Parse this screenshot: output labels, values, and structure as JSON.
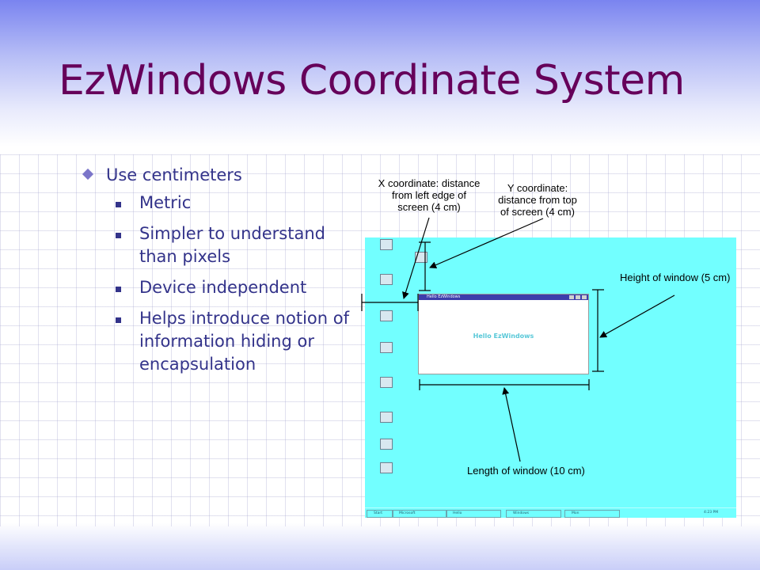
{
  "slide": {
    "title": "EzWindows Coordinate System",
    "bullets": {
      "main": "Use centimeters",
      "sub": [
        "Metric",
        "Simpler to understand than pixels",
        "Device independent",
        "Helps introduce notion of information hiding or encapsulation"
      ]
    }
  },
  "figure": {
    "annotations": {
      "x_coord": "X coordinate: distance from left edge of screen (4 cm)",
      "y_coord": "Y coordinate: distance from top of screen (4 cm)",
      "height": "Height of window (5 cm)",
      "length": "Length of window (10 cm)"
    },
    "window": {
      "title": "Hello EzWindows",
      "content": "Hello EzWindows"
    },
    "taskbar": {
      "start": "Start",
      "items": [
        "Microsoft",
        "Hello",
        "Windows",
        "Mon"
      ],
      "clock": "4:23 PM"
    }
  },
  "colors": {
    "title": "#66005a",
    "bullet_text": "#33338a",
    "screen": "#72ffff"
  }
}
